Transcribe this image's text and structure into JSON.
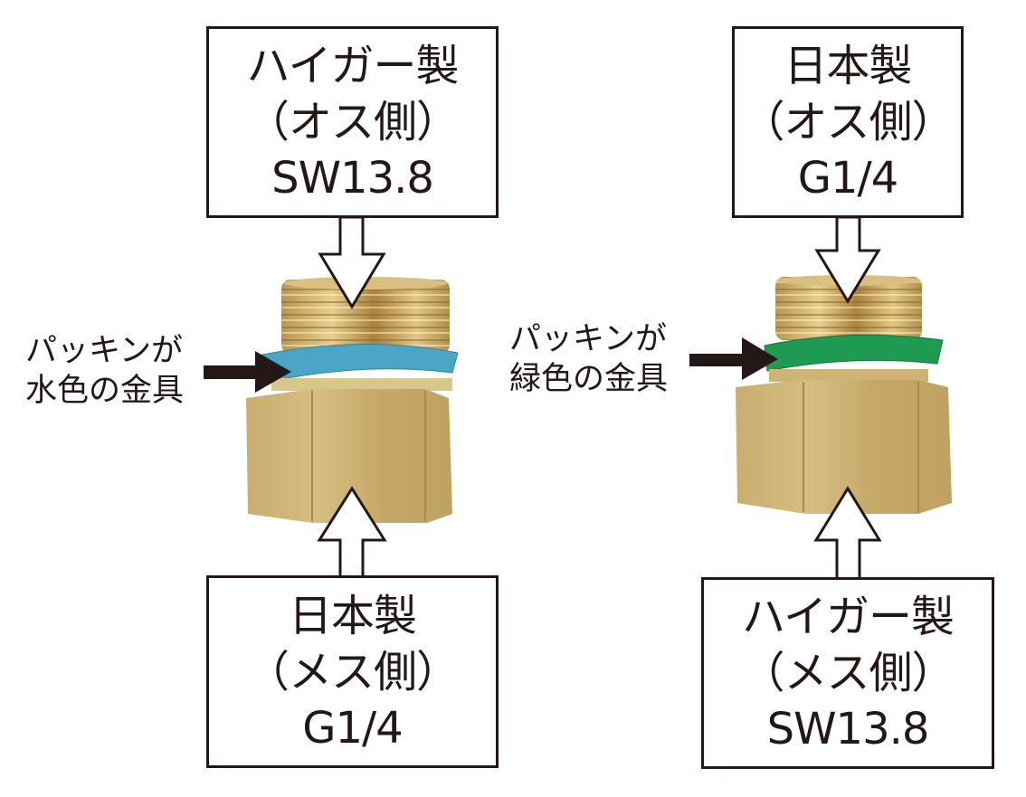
{
  "left_fitting": {
    "top_box": {
      "line1": "ハイガー製",
      "line2": "（オス側）",
      "line3": "SW13.8"
    },
    "bottom_box": {
      "line1": "日本製",
      "line2": "（メス側）",
      "line3": "G1/4"
    },
    "callout": {
      "line1": "パッキンが",
      "line2": "水色の金具"
    },
    "gasket_color": "#4aa6c4"
  },
  "right_fitting": {
    "top_box": {
      "line1": "日本製",
      "line2": "（オス側）",
      "line3": "G1/4"
    },
    "bottom_box": {
      "line1": "ハイガー製",
      "line2": "（メス側）",
      "line3": "SW13.8"
    },
    "callout": {
      "line1": "パッキンが",
      "line2": "緑色の金具"
    },
    "gasket_color": "#1f9a52"
  },
  "colors": {
    "brass": "#c9ab6a",
    "outline": "#231815"
  }
}
